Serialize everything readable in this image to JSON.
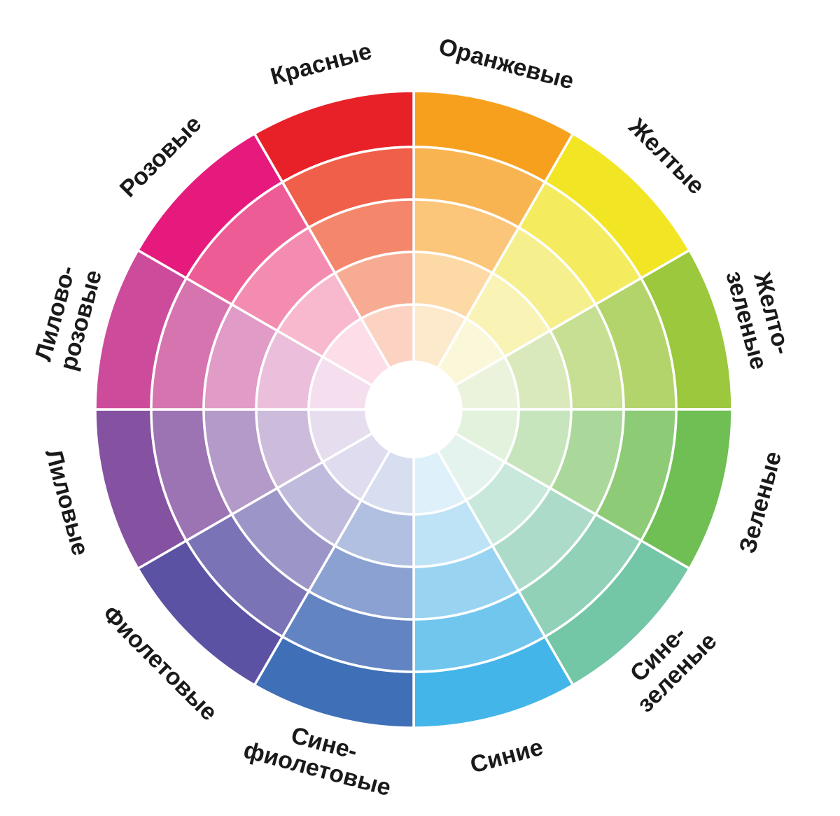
{
  "segments": [
    {
      "label": [
        "Оранжевые"
      ],
      "colors": [
        "#f7a01d",
        "#f9b452",
        "#fbc67a",
        "#fdd9a6",
        "#fde9cc"
      ]
    },
    {
      "label": [
        "Желтые"
      ],
      "colors": [
        "#f2e523",
        "#f4eb5e",
        "#f6ef8d",
        "#f9f4b6",
        "#fbf8da"
      ]
    },
    {
      "label": [
        "Желто-",
        "зеленые"
      ],
      "colors": [
        "#9bc83d",
        "#b3d46b",
        "#c6df93",
        "#dae9bb",
        "#ebf3dc"
      ]
    },
    {
      "label": [
        "Зеленые"
      ],
      "colors": [
        "#70bf54",
        "#8ecb77",
        "#aad89a",
        "#c7e5bc",
        "#e3f2dd"
      ]
    },
    {
      "label": [
        "Сине-",
        "зеленые"
      ],
      "colors": [
        "#73c6a6",
        "#90d1b8",
        "#acdcc9",
        "#c8e8dc",
        "#e4f3ee"
      ]
    },
    {
      "label": [
        "Синие"
      ],
      "colors": [
        "#43b5e8",
        "#71c6ee",
        "#98d4f2",
        "#bee3f6",
        "#def1fa"
      ]
    },
    {
      "label": [
        "Сине-",
        "фиолетовые"
      ],
      "colors": [
        "#3f6fb6",
        "#6384c2",
        "#8aa1d1",
        "#b1c0e1",
        "#d7def0"
      ]
    },
    {
      "label": [
        "Фиолетовые"
      ],
      "colors": [
        "#5b52a3",
        "#7a73b5",
        "#9b95c8",
        "#bfbbdc",
        "#dedcee"
      ]
    },
    {
      "label": [
        "Лиловые"
      ],
      "colors": [
        "#8551a1",
        "#9c74b3",
        "#b49ac8",
        "#cdbbdc",
        "#e6ddee"
      ]
    },
    {
      "label": [
        "Лилово-",
        "розовые"
      ],
      "colors": [
        "#cd4b9b",
        "#d674b0",
        "#e09bc6",
        "#ebbfdb",
        "#f5dfee"
      ]
    },
    {
      "label": [
        "Розовые"
      ],
      "colors": [
        "#e61a7d",
        "#ee5c95",
        "#f38cb0",
        "#f8b8cd",
        "#fcdde8"
      ]
    },
    {
      "label": [
        "Красные"
      ],
      "colors": [
        "#e82128",
        "#f05f49",
        "#f4876b",
        "#f8ab93",
        "#fcd3c3"
      ]
    }
  ]
}
